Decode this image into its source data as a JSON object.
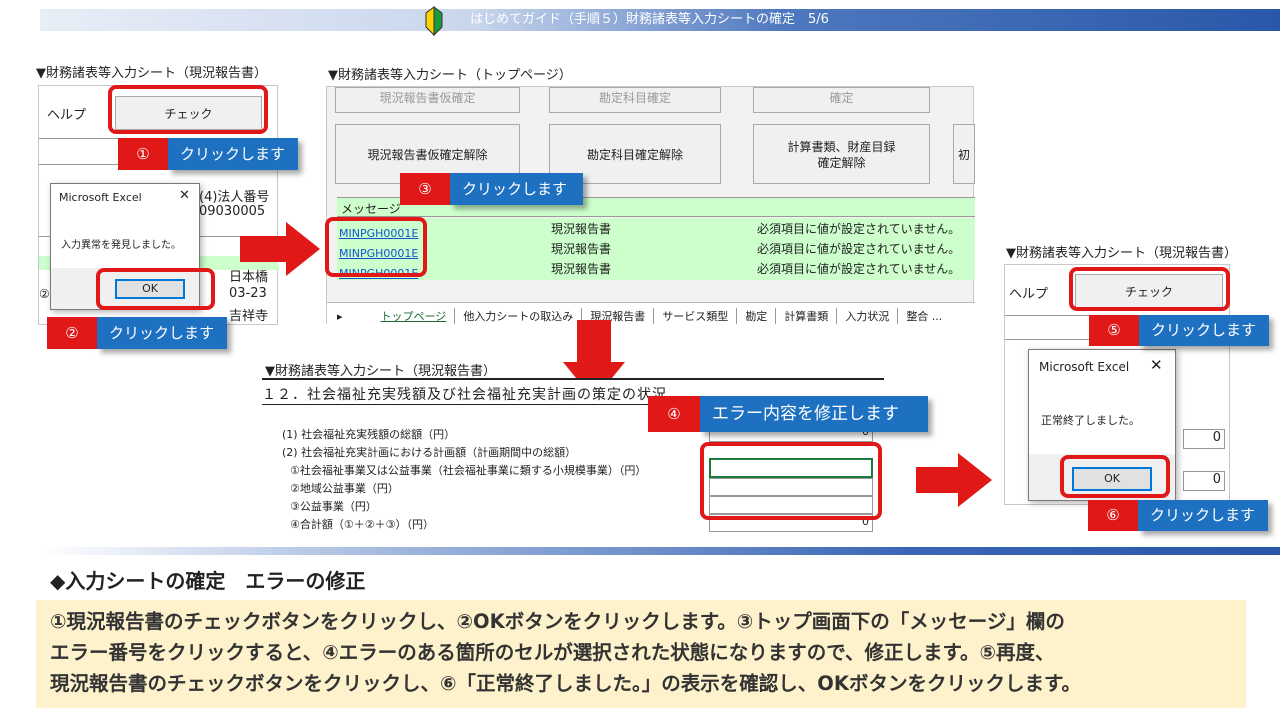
{
  "header": {
    "title": "はじめてガイド（手順５）財務諸表等入力シートの確定　5/6"
  },
  "panel1": {
    "caption": "▼財務諸表等入力シート（現況報告書）",
    "help_label": "ヘルプ",
    "check_label": "チェック",
    "cells": [
      "(4)法人番号",
      "09030005",
      "日本橋",
      "03-23",
      "吉祥寺"
    ],
    "row_marker": "②",
    "dialog_title": "Microsoft Excel",
    "dialog_close": "✕",
    "dialog_message": "入力異常を発見しました。",
    "dialog_ok": "OK"
  },
  "panel2": {
    "caption": "▼財務諸表等入力シート（トップページ）",
    "top_buttons": [
      "現況報告書仮確定",
      "勘定科目確定",
      "確定"
    ],
    "btn_unconfirm_report": "現況報告書仮確定解除",
    "btn_unconfirm_account": "勘定科目確定解除",
    "btn_unconfirm_statements": "計算書類、財産目録\n確定解除",
    "btn_partial": "初",
    "message_header": "メッセージ",
    "messages": [
      {
        "code": "MINPGH0001E",
        "sheet": "現況報告書",
        "text": "必須項目に値が設定されていません。"
      },
      {
        "code": "MINPGH0001E",
        "sheet": "現況報告書",
        "text": "必須項目に値が設定されていません。"
      },
      {
        "code": "MINPGH0001E",
        "sheet": "現況報告書",
        "text": "必須項目に値が設定されていません。"
      }
    ],
    "tab_nav": "▸",
    "tabs": [
      "トップページ",
      "他入力シートの取込み",
      "現況報告書",
      "サービス類型",
      "勘定",
      "計算書類",
      "入力状況",
      "整合 ..."
    ]
  },
  "panel3": {
    "caption": "▼財務諸表等入力シート（現況報告書）",
    "section_title": "１２．社会福祉充実残額及び社会福祉充実計画の策定の状況",
    "rows": [
      "(1) 社会福祉充実残額の総額（円）",
      "(2) 社会福祉充実計画における計画額（計画期間中の総額）",
      "①社会福祉事業又は公益事業（社会福祉事業に類する小規模事業）（円）",
      "②地域公益事業（円）",
      "③公益事業（円）",
      "④合計額（①＋②＋③）（円）"
    ],
    "value_zero": "0"
  },
  "panel4": {
    "caption": "▼財務諸表等入力シート（現況報告書）",
    "help_label": "ヘルプ",
    "check_label": "チェック",
    "dialog_title": "Microsoft Excel",
    "dialog_close": "✕",
    "dialog_message": "正常終了しました。",
    "dialog_ok": "OK",
    "values": [
      "0",
      "0"
    ]
  },
  "badges": [
    {
      "num": "①",
      "label": "クリックします"
    },
    {
      "num": "②",
      "label": "クリックします"
    },
    {
      "num": "③",
      "label": "クリックします"
    },
    {
      "num": "④",
      "label": "エラー内容を修正します"
    },
    {
      "num": "⑤",
      "label": "クリックします"
    },
    {
      "num": "⑥",
      "label": "クリックします"
    }
  ],
  "section": {
    "heading": "◆入力シートの確定　エラーの修正"
  },
  "summary": {
    "line1": "①現況報告書のチェックボタンをクリックし、②OKボタンをクリックします。③トップ画面下の「メッセージ」欄の",
    "line2": "エラー番号をクリックすると、④エラーのある箇所のセルが選択された状態になりますので、修正します。⑤再度、",
    "line3": "現況報告書のチェックボタンをクリックし、⑥「正常終了しました。」の表示を確認し、OKボタンをクリックします。"
  },
  "colors": {
    "accent_red": "#e01818",
    "badge_blue": "#1e70c0",
    "excel_green": "#ccffcc",
    "summary_bg": "#fdf2cc"
  },
  "icons": {
    "beginner": "beginner-leaf-icon",
    "arrow": "red-arrow-icon",
    "close": "close-icon"
  }
}
